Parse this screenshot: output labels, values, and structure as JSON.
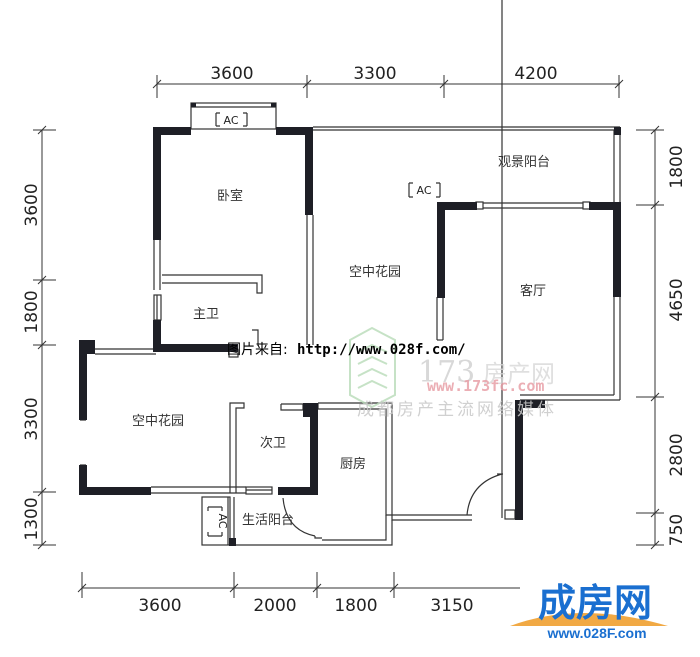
{
  "dimensions": {
    "top": [
      "3600",
      "3300",
      "4200"
    ],
    "left": [
      "3600",
      "1800",
      "3300",
      "1300"
    ],
    "right": [
      "1800",
      "4650",
      "2800",
      "750"
    ],
    "bottom": [
      "3600",
      "2000",
      "1800",
      "3150"
    ]
  },
  "rooms": {
    "bedroom": "卧室",
    "master_bath": "主卫",
    "sky_garden_upper": "空中花园",
    "view_balcony": "观景阳台",
    "living_room": "客厅",
    "sky_garden_lower": "空中花园",
    "second_bath": "次卫",
    "kitchen": "厨房",
    "utility_balcony": "生活阳台"
  },
  "ac_units": {
    "top": "AC",
    "garden": "AC",
    "utility": "AC"
  },
  "watermarks": {
    "source_cn": "图片来自:",
    "source_url": "http://www.028f.com/",
    "site173_num": "173",
    "site173_cn": "房产网",
    "site173_url": "www.173fc.com",
    "slogan": "成都房产主流网络媒体"
  },
  "logo": {
    "name": "成房网",
    "url": "www.028F.com",
    "colors": {
      "primary": "#1a6fd0",
      "accent": "#f0a030"
    }
  },
  "colors": {
    "wall": "#1e1f26",
    "line": "#333333"
  }
}
